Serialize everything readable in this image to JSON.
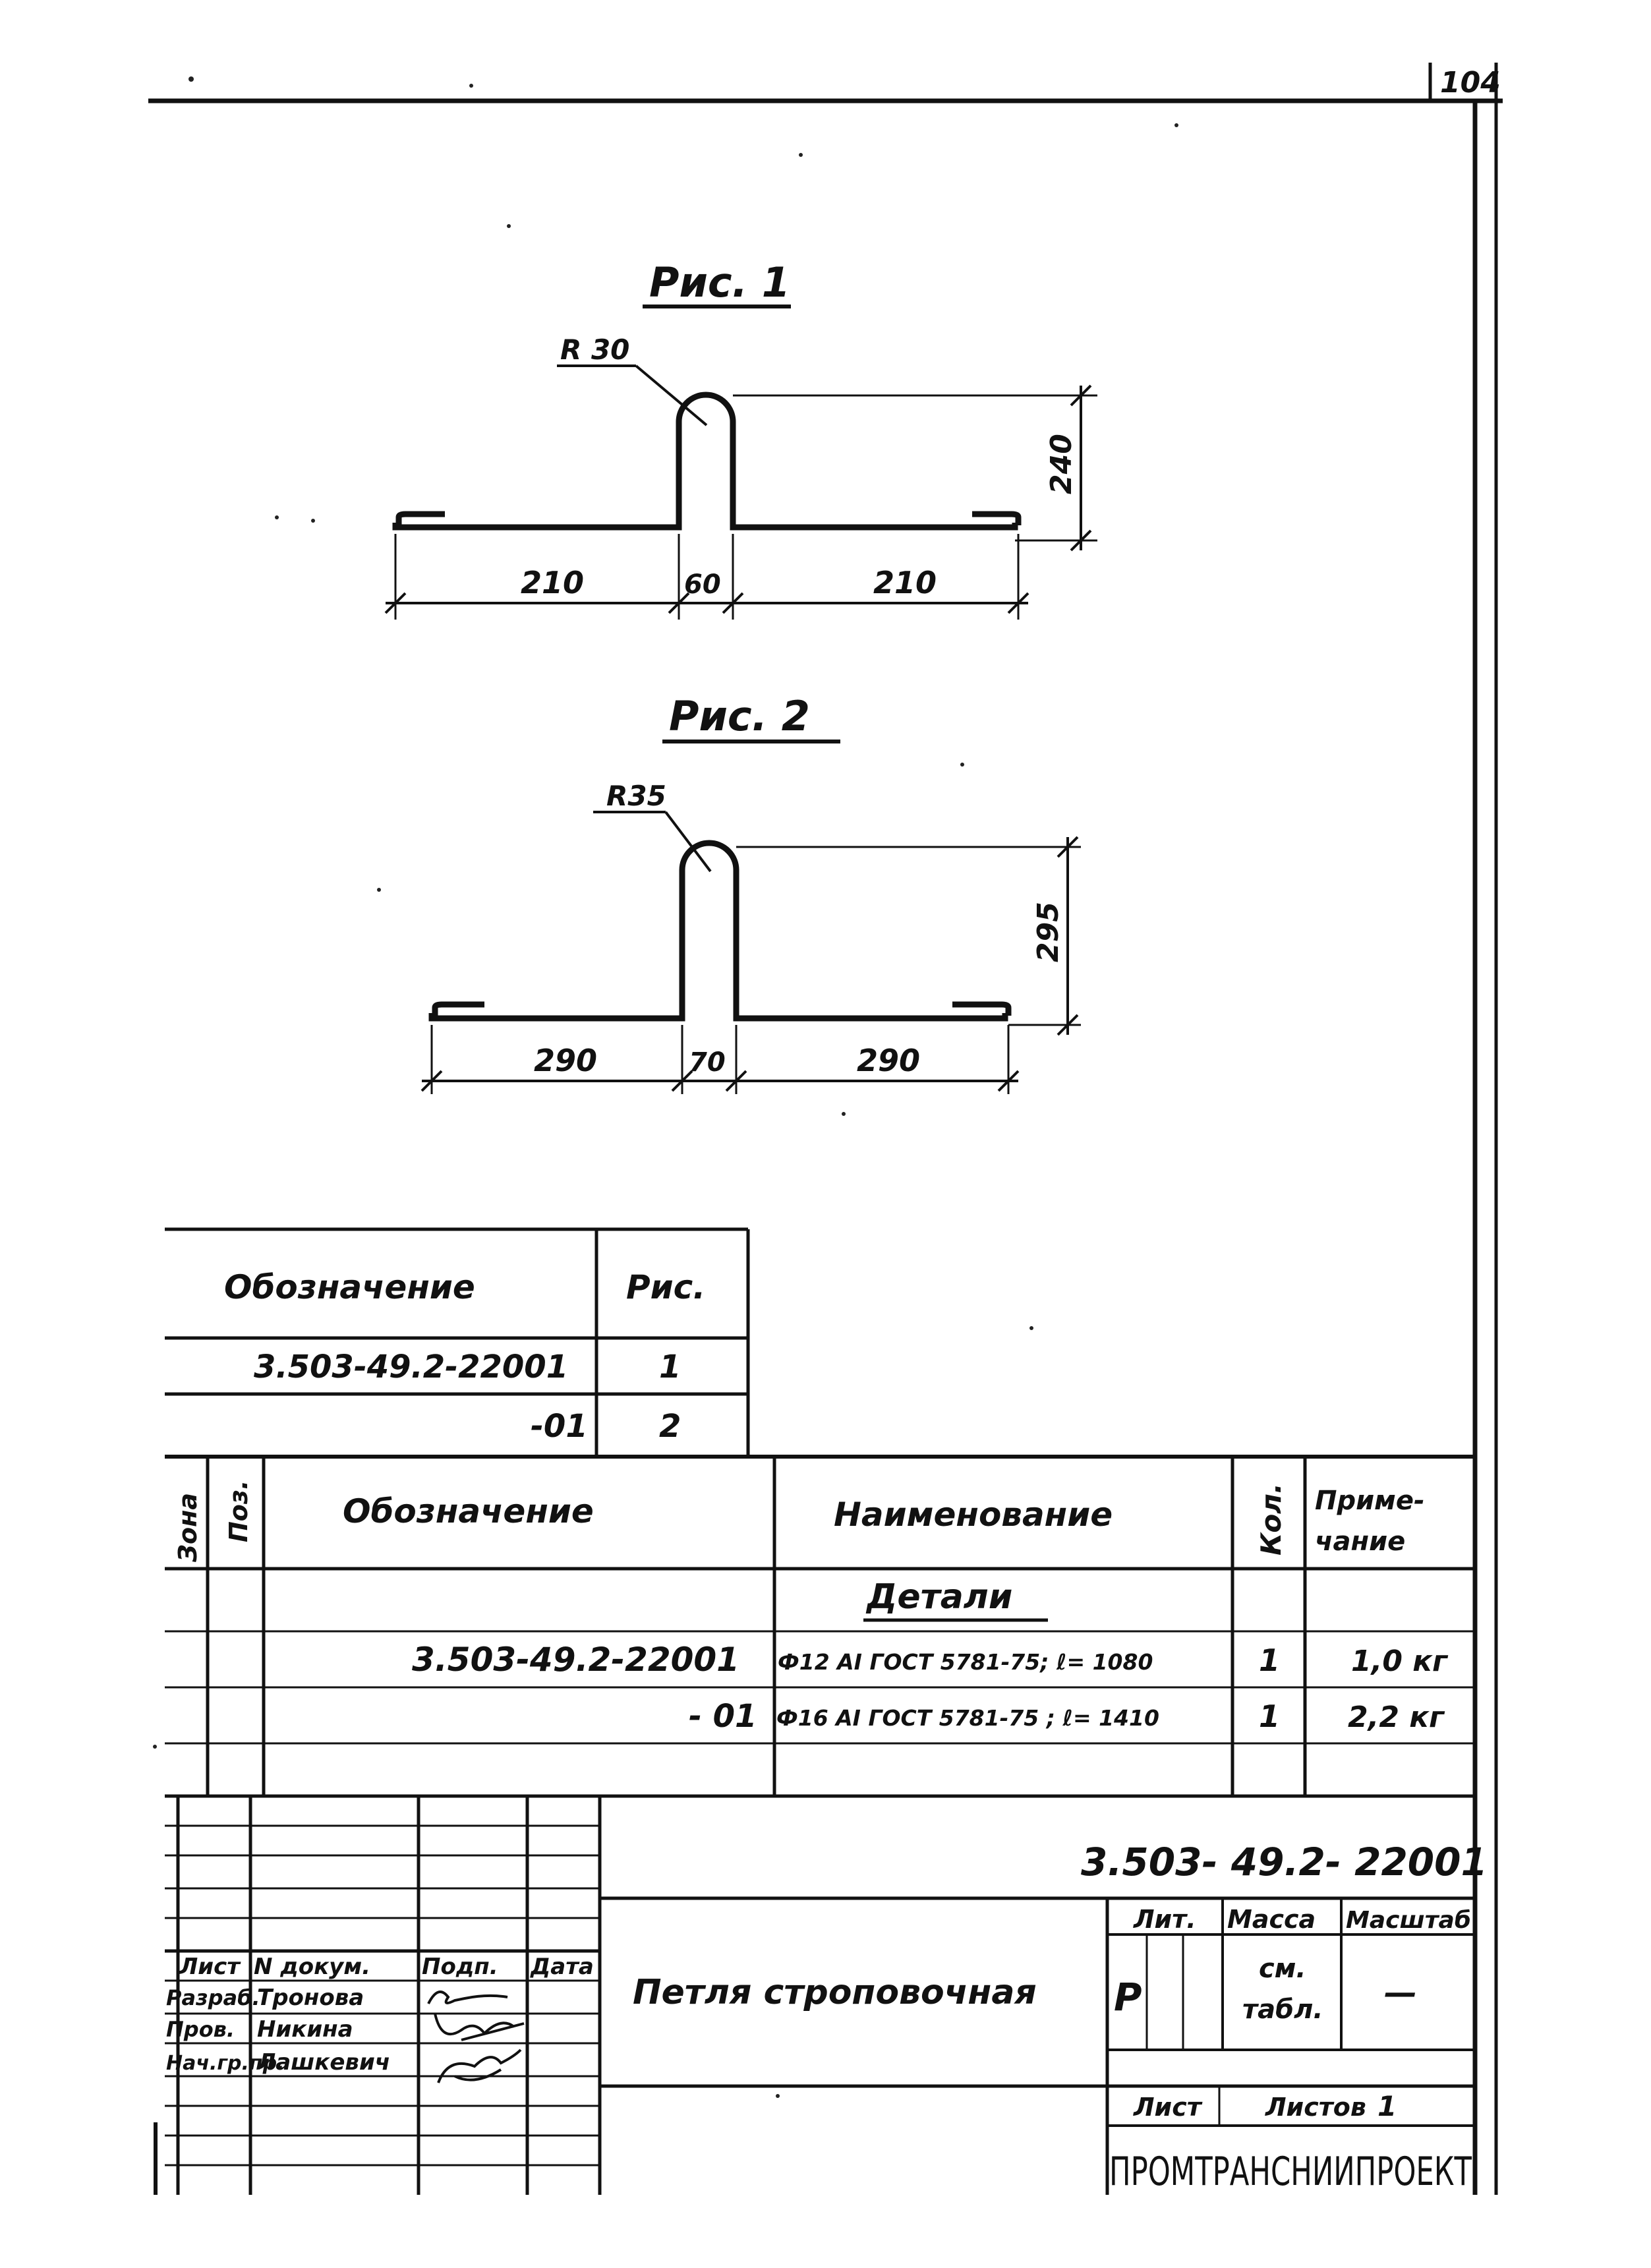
{
  "sheet_number": "104",
  "figures": [
    {
      "title": "Рис. 1",
      "radius": "R 30",
      "height": "240",
      "dims": [
        "210",
        "60",
        "210"
      ]
    },
    {
      "title": "Рис. 2",
      "radius": "R35",
      "height": "295",
      "dims": [
        "290",
        "70",
        "290"
      ]
    }
  ],
  "variant_table": {
    "headers": [
      "Обозначение",
      "Рис."
    ],
    "rows": [
      [
        "3.503-49.2-22001",
        "1"
      ],
      [
        "-01",
        "2"
      ]
    ]
  },
  "spec_table": {
    "headers": {
      "zone": "Зона",
      "pos": "Поз.",
      "designation": "Обозначение",
      "name": "Наименование",
      "qty": "Кол.",
      "note_1": "Приме-",
      "note_2": "чание"
    },
    "section": "Детали",
    "rows": [
      {
        "designation": "3.503-49.2-22001",
        "name": "Ф12 АI ГОСТ 5781-75; ℓ= 1080",
        "qty": "1",
        "note": "1,0 кг"
      },
      {
        "designation": "- 01",
        "name": "Ф16 АI ГОСТ 5781-75 ;  ℓ= 1410",
        "qty": "1",
        "note": "2,2 кг"
      }
    ]
  },
  "title_block": {
    "document_code": "3.503- 49.2- 22001",
    "doc_name": "Петля строповочная",
    "col_headers": [
      "Лист",
      "N докум.",
      "Подп.",
      "Дата"
    ],
    "people": [
      {
        "role": "Разраб.",
        "name": "Тронова"
      },
      {
        "role": "Пров.",
        "name": "Никина"
      },
      {
        "role": "Нач.гр.пр.",
        "name": "Лашкевич"
      }
    ],
    "lit_label": "Лит.",
    "mass_label": "Масса",
    "scale_label": "Масштаб",
    "lit_value": "Р",
    "mass_value_1": "см.",
    "mass_value_2": "табл.",
    "scale_value": "—",
    "sheet_label": "Лист",
    "sheets_label": "Листов",
    "sheets_value": "1",
    "organization": "ПРОМТРАНСНИИПРОЕКТ"
  }
}
